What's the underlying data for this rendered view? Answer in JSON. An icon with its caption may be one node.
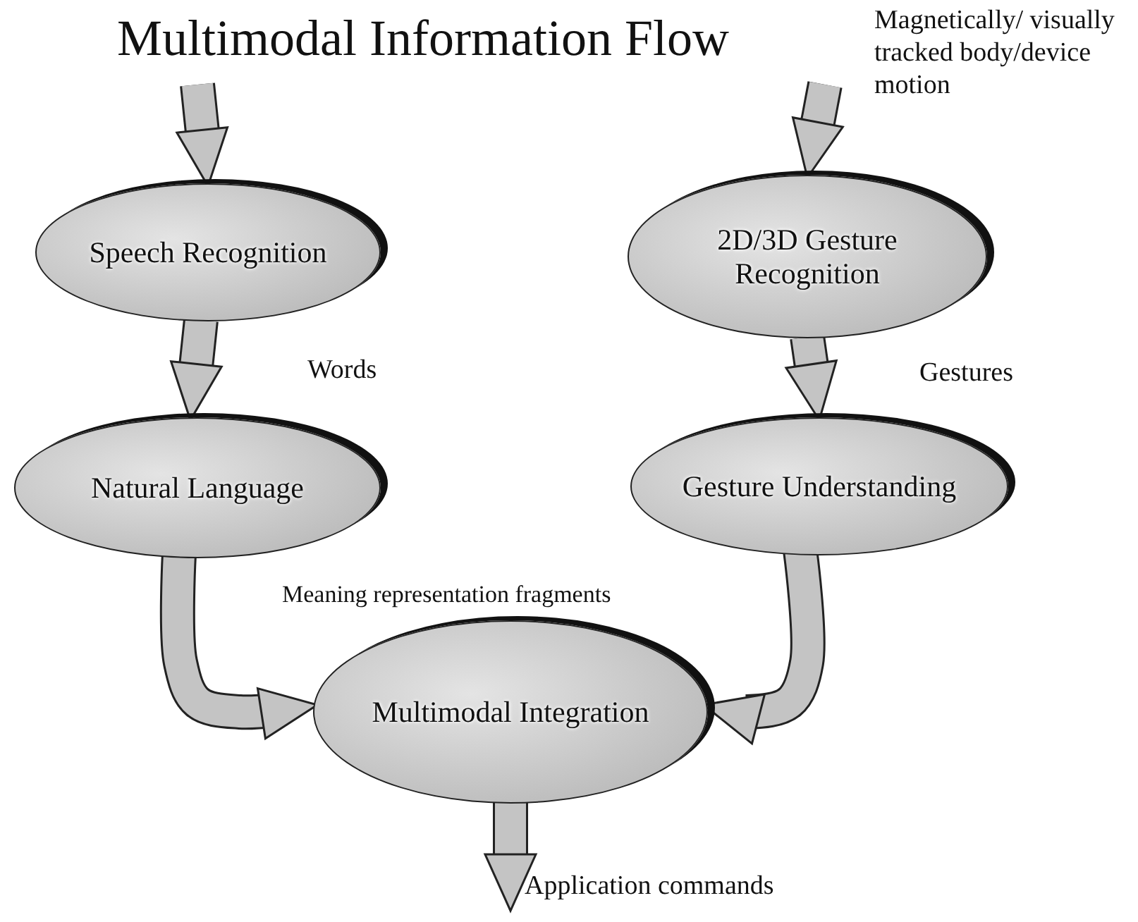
{
  "diagram": {
    "title": "Multimodal Information Flow",
    "nodes": [
      {
        "text": [
          "Speech Recognition"
        ]
      },
      {
        "text": [
          "2D/3D Gesture Recognition"
        ]
      },
      {
        "text": [
          "Natural Language"
        ]
      },
      {
        "text": [
          "Gesture Understanding"
        ]
      },
      {
        "text": [
          "Multimodal Integration"
        ]
      }
    ],
    "edges": [
      {
        "from": null,
        "to": 0,
        "arrow": "to"
      },
      {
        "from": null,
        "to": 1,
        "arrow": "to",
        "label": "Magnetically/ visually tracked body/device motion"
      },
      {
        "from": 0,
        "to": 2,
        "arrow": "to",
        "label": "Words"
      },
      {
        "from": 1,
        "to": 3,
        "arrow": "to",
        "label": "Gestures"
      },
      {
        "from": 2,
        "to": 4,
        "arrow": "to"
      },
      {
        "from": 3,
        "to": 4,
        "arrow": "to"
      },
      {
        "from": 4,
        "to": null,
        "arrow": "to",
        "label": "Application commands"
      }
    ],
    "labels": [
      "Meaning representation fragments"
    ]
  }
}
